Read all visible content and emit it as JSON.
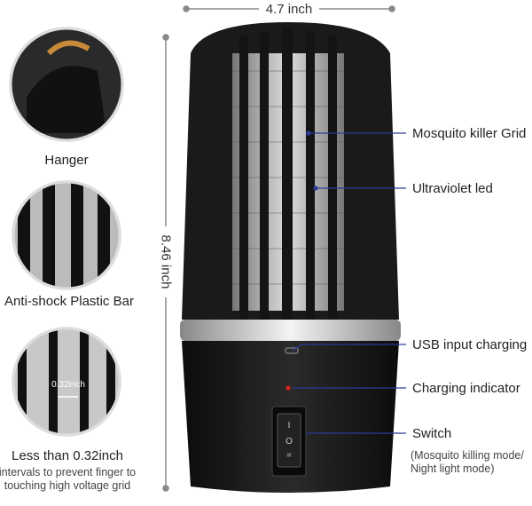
{
  "dimensions": {
    "width": "4.7 inch",
    "height": "8.46 inch"
  },
  "details": [
    {
      "label": "Hanger"
    },
    {
      "label": "Anti-shock Plastic Bar"
    },
    {
      "label": "Less than 0.32inch",
      "inset_text": "0.32inch",
      "sub1": "intervals to prevent finger to",
      "sub2": "touching high voltage grid"
    }
  ],
  "callouts": [
    {
      "label": "Mosquito killer Grid"
    },
    {
      "label": "Ultraviolet led"
    },
    {
      "label": "USB input charging"
    },
    {
      "label": "Charging indicator"
    },
    {
      "label": "Switch",
      "sub1": "(Mosquito killing mode/",
      "sub2": "Night light mode)"
    }
  ],
  "colors": {
    "callout_line": "#2b3a9a",
    "indicator": "#e02020",
    "body": "#1b1b1b"
  }
}
